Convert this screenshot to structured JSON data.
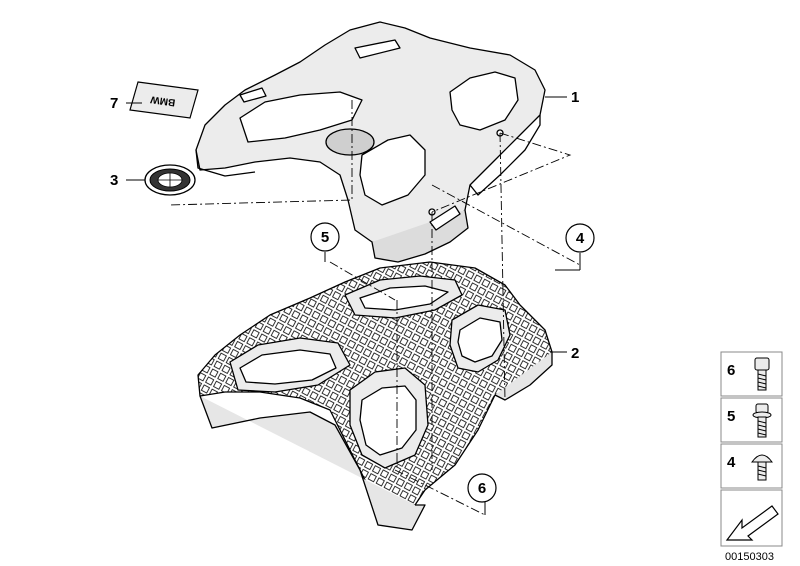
{
  "callouts": {
    "part_1": "1",
    "part_2": "2",
    "part_3": "3",
    "part_7": "7"
  },
  "circled_callouts": {
    "part_4": "4",
    "part_5_top": "5",
    "part_6_bottom": "6"
  },
  "parts_legend": {
    "items": [
      {
        "number": "6",
        "icon": "socket-head-screw-icon"
      },
      {
        "number": "5",
        "icon": "collar-screw-icon"
      },
      {
        "number": "4",
        "icon": "button-head-screw-icon"
      }
    ],
    "nav_icon": "arrow-back-icon"
  },
  "badge_text": "BMW",
  "reference_code": "00150303",
  "colors": {
    "line": "#000000",
    "part_fill": "#ececec",
    "hole_fill": "#cfcfcf",
    "legend_border": "#888888"
  }
}
